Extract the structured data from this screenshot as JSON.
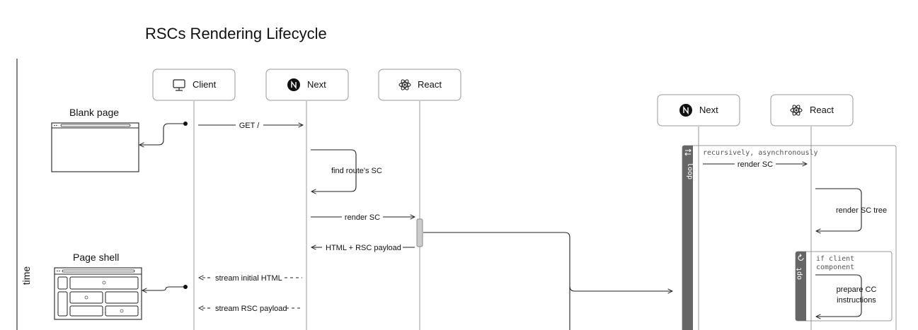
{
  "title": "RSCs Rendering Lifecycle",
  "time_label": "time",
  "participants": {
    "client": "Client",
    "next": "Next",
    "react": "React",
    "next_right": "Next",
    "react_right": "React"
  },
  "states": {
    "blank_page": "Blank page",
    "page_shell": "Page shell"
  },
  "messages": {
    "get": "GET /",
    "find_route": "find route's SC",
    "render_sc": "render SC",
    "html_payload": "HTML + RSC payload",
    "stream_html": "stream initial HTML",
    "stream_rsc": "stream RSC payload",
    "render_sc_right": "render SC",
    "render_sc_tree": "render SC tree",
    "prepare_cc_1": "prepare CC",
    "prepare_cc_2": "instructions"
  },
  "frames": {
    "loop_tag": "loop",
    "loop_condition": "recursively, asynchronously",
    "opt_tag": "opt",
    "opt_condition_1": "if client",
    "opt_condition_2": "component"
  },
  "icons": {
    "client": "monitor-icon",
    "next": "nextjs-logo-icon",
    "react": "react-atom-icon",
    "loop": "loop-arrows-icon",
    "opt": "refresh-arrow-icon"
  },
  "colors": {
    "frame_tag": "#666666",
    "activation": "#cccccc"
  }
}
